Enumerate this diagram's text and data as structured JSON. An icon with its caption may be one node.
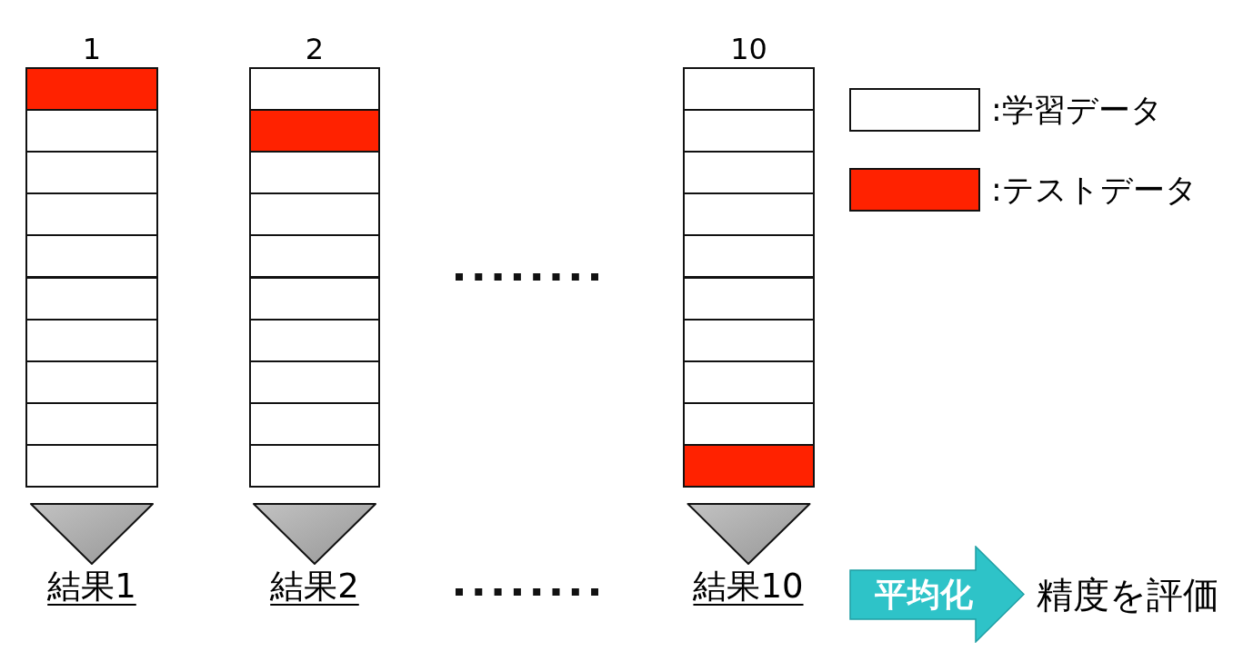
{
  "diagram": {
    "nodes": [
      {
        "text": [
          "1"
        ]
      },
      {
        "text": [],
        "shape": "box",
        "in": 0
      },
      {
        "text": [],
        "shape": "box",
        "in": 0
      },
      {
        "text": [],
        "shape": "box",
        "in": 0
      },
      {
        "text": [],
        "shape": "box",
        "in": 0
      },
      {
        "text": [],
        "shape": "box",
        "in": 0
      },
      {
        "text": [],
        "shape": "box",
        "in": 0
      },
      {
        "text": [],
        "shape": "box",
        "in": 0
      },
      {
        "text": [],
        "shape": "box",
        "in": 0
      },
      {
        "text": [],
        "shape": "box",
        "in": 0
      },
      {
        "text": [],
        "shape": "box",
        "in": 0
      },
      {
        "text": [
          "2"
        ]
      },
      {
        "text": [],
        "shape": "box",
        "in": 11
      },
      {
        "text": [],
        "shape": "box",
        "in": 11
      },
      {
        "text": [],
        "shape": "box",
        "in": 11
      },
      {
        "text": [],
        "shape": "box",
        "in": 11
      },
      {
        "text": [],
        "shape": "box",
        "in": 11
      },
      {
        "text": [],
        "shape": "box",
        "in": 11
      },
      {
        "text": [],
        "shape": "box",
        "in": 11
      },
      {
        "text": [],
        "shape": "box",
        "in": 11
      },
      {
        "text": [],
        "shape": "box",
        "in": 11
      },
      {
        "text": [],
        "shape": "box",
        "in": 11
      },
      {
        "text": [
          "10"
        ]
      },
      {
        "text": [],
        "shape": "box",
        "in": 22
      },
      {
        "text": [],
        "shape": "box",
        "in": 22
      },
      {
        "text": [],
        "shape": "box",
        "in": 22
      },
      {
        "text": [],
        "shape": "box",
        "in": 22
      },
      {
        "text": [],
        "shape": "box",
        "in": 22
      },
      {
        "text": [],
        "shape": "box",
        "in": 22
      },
      {
        "text": [],
        "shape": "box",
        "in": 22
      },
      {
        "text": [],
        "shape": "box",
        "in": 22
      },
      {
        "text": [],
        "shape": "box",
        "in": 22
      },
      {
        "text": [],
        "shape": "box",
        "in": 22
      },
      {
        "text": [
          "結果1"
        ]
      },
      {
        "text": [
          "結果2"
        ]
      },
      {
        "text": [
          "結果10"
        ]
      },
      {
        "text": [
          "平均化"
        ]
      }
    ],
    "edges": [
      {
        "from": 0,
        "to": 33,
        "arrow": "to"
      },
      {
        "from": 11,
        "to": 34,
        "arrow": "to"
      },
      {
        "from": 22,
        "to": 35,
        "arrow": "to"
      }
    ],
    "labels": [
      "精度を評価"
    ],
    "legend": [
      {
        "text": ":学習データ",
        "color": "#ffffff"
      },
      {
        "text": ":テストデータ",
        "color": "#ff2200"
      }
    ]
  }
}
